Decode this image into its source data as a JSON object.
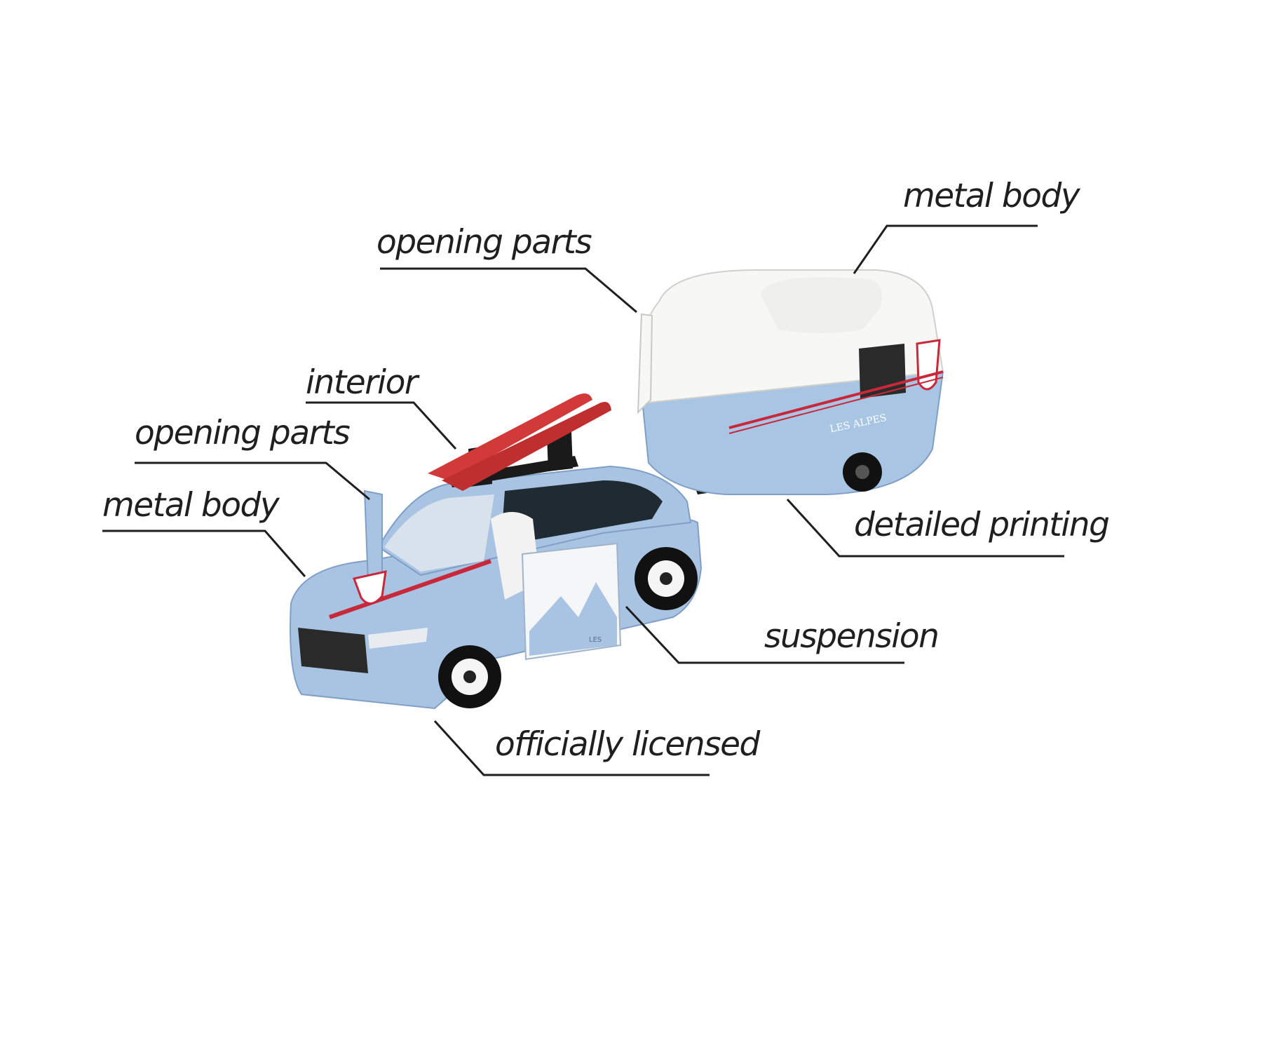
{
  "background_color": "#ffffff",
  "colors": {
    "car_body": "#a9c4e3",
    "car_body_dark": "#7f9fc6",
    "trailer_top": "#f7f7f5",
    "trailer_bottom": "#a8c6e4",
    "ski": "#d23a3a",
    "rack": "#1a1a1a",
    "wheel": "#111111",
    "stripe": "#c8283a",
    "line": "#1f1f1f"
  },
  "callouts": [
    {
      "id": "metal-body-trailer",
      "text": "metal body"
    },
    {
      "id": "opening-parts-trailer",
      "text": "opening parts"
    },
    {
      "id": "interior",
      "text": "interior"
    },
    {
      "id": "opening-parts-car",
      "text": "opening parts"
    },
    {
      "id": "metal-body-car",
      "text": "metal body"
    },
    {
      "id": "detailed-printing",
      "text": "detailed printing"
    },
    {
      "id": "suspension",
      "text": "suspension"
    },
    {
      "id": "officially-licensed",
      "text": "officially licensed"
    }
  ],
  "product": {
    "trailer_print": "LES ALPES",
    "door_print": "LES"
  }
}
